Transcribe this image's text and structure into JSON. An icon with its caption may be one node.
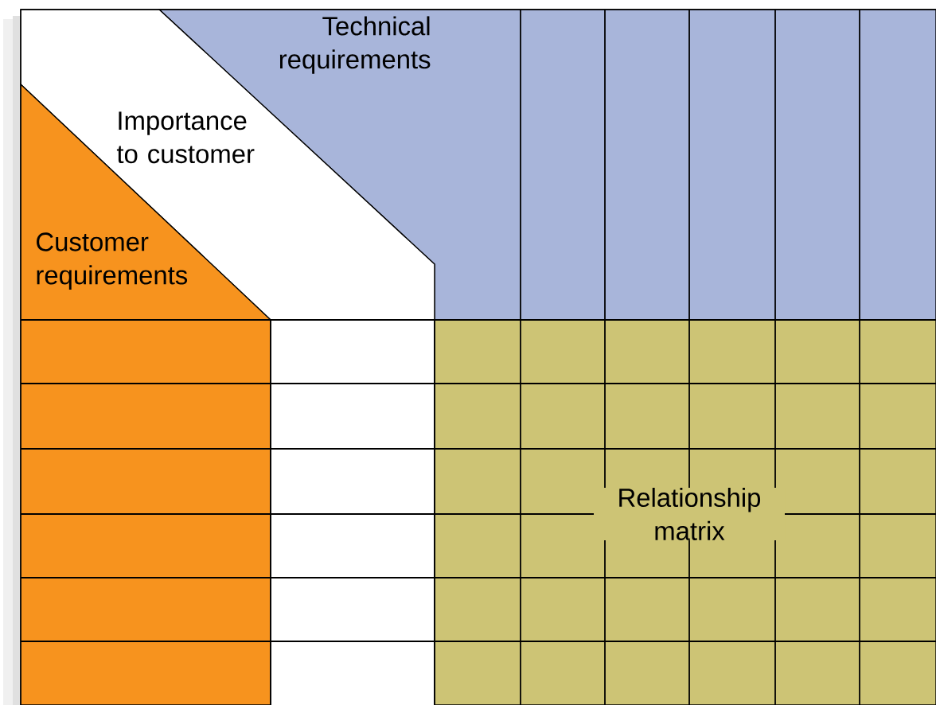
{
  "diagram": {
    "nodes": [
      {
        "text": [
          "Technical requirements"
        ]
      },
      {
        "text": [
          "Importance to customer"
        ]
      },
      {
        "text": [
          "Customer requirements"
        ]
      },
      {
        "text": [
          "Relationship matrix"
        ]
      }
    ]
  }
}
